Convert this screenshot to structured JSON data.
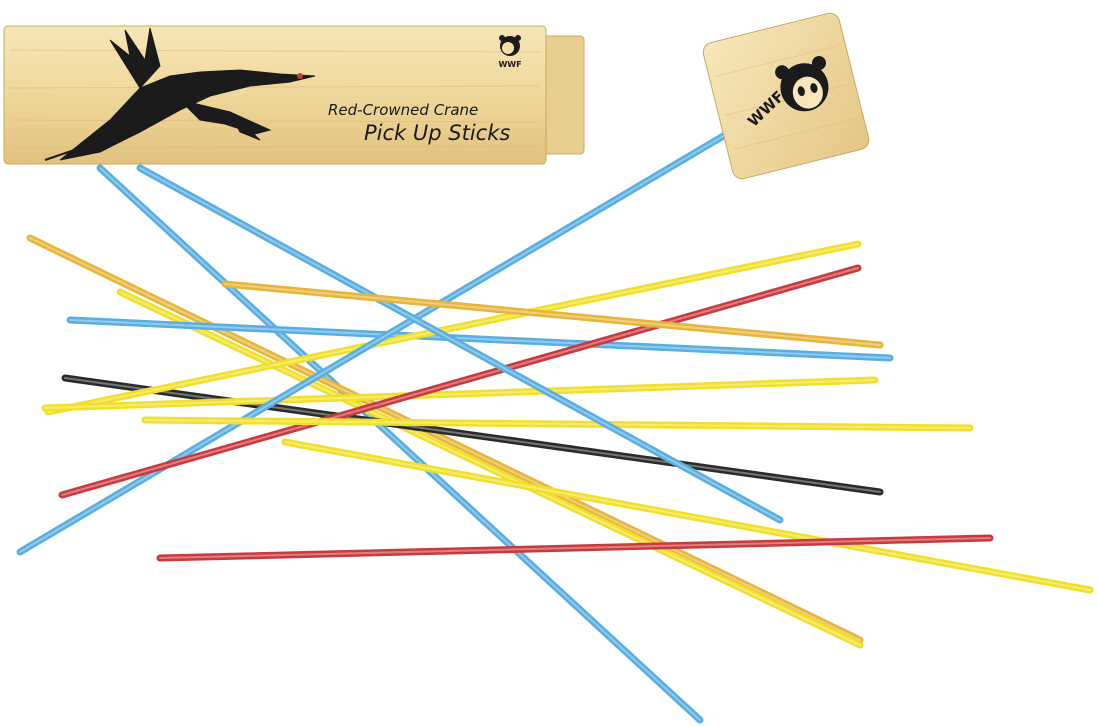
{
  "product": {
    "subtitle": "Red-Crowned Crane",
    "title": "Pick Up Sticks",
    "box_logo_text": "WWF",
    "cap_logo_text": "WWF"
  },
  "colors": {
    "wood_light": "#f3dfa8",
    "wood_dark": "#d7b66f",
    "blue": "#58aee0",
    "yellow": "#f1e02a",
    "orange": "#e6b53a",
    "red": "#c93a3f",
    "black": "#2a2a2a"
  },
  "sticks": [
    {
      "color": "blue"
    },
    {
      "color": "orange"
    },
    {
      "color": "yellow"
    },
    {
      "color": "blue"
    },
    {
      "color": "black"
    },
    {
      "color": "yellow"
    },
    {
      "color": "yellow"
    },
    {
      "color": "blue"
    },
    {
      "color": "red"
    },
    {
      "color": "yellow"
    },
    {
      "color": "yellow"
    },
    {
      "color": "red"
    },
    {
      "color": "blue"
    },
    {
      "color": "orange"
    }
  ]
}
